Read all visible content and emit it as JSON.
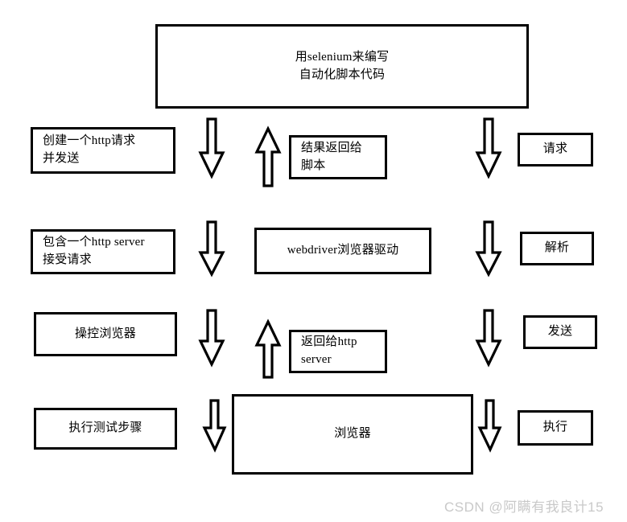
{
  "diagram": {
    "title_box": {
      "label": "用selenium来编写\n自动化脚本代码"
    },
    "rows": [
      {
        "left_label": "创建一个http请求\n并发送",
        "center_label": "结果返回给\n脚本",
        "right_label": "请求"
      },
      {
        "left_label": "包含一个http server\n接受请求",
        "center_label": "webdriver浏览器驱动",
        "right_label": "解析"
      },
      {
        "left_label": "操控浏览器",
        "center_label": "返回给http\nserver",
        "right_label": "发送"
      },
      {
        "left_label": "执行测试步骤",
        "center_label": "浏览器",
        "right_label": "执行"
      }
    ],
    "arrows": [
      {
        "name": "arrow-down-col1-row1",
        "direction": "down"
      },
      {
        "name": "arrow-up-col2-row1",
        "direction": "up"
      },
      {
        "name": "arrow-down-col3-row1",
        "direction": "down"
      },
      {
        "name": "arrow-down-col1-row2",
        "direction": "down"
      },
      {
        "name": "arrow-down-col3-row2",
        "direction": "down"
      },
      {
        "name": "arrow-down-col1-row3",
        "direction": "down"
      },
      {
        "name": "arrow-up-col2-row3",
        "direction": "up"
      },
      {
        "name": "arrow-down-col3-row3",
        "direction": "down"
      },
      {
        "name": "arrow-down-col1-row4",
        "direction": "down"
      },
      {
        "name": "arrow-down-col3-row4",
        "direction": "down"
      }
    ],
    "colors": {
      "stroke": "#000000",
      "fill": "#ffffff",
      "watermark": "#c9c9c9"
    }
  },
  "watermark": {
    "text": "CSDN @阿瞒有我良计15"
  }
}
